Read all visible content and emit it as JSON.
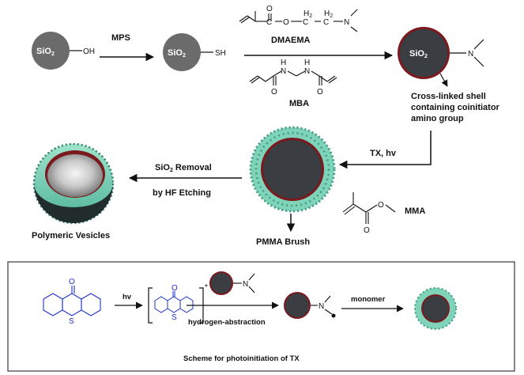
{
  "labels": {
    "sio2": "SiO",
    "sub2": "2",
    "oh": "OH",
    "sh": "SH",
    "mps": "MPS",
    "dmaema": "DMAEMA",
    "mba": "MBA",
    "shell_line1": "Cross-linked shell",
    "shell_line2": "containing coinitiator",
    "shell_line3": "amino group",
    "tx_hv": "TX, hv",
    "removal_line1": "SiO",
    "removal_line1_sub": "2",
    "removal_line1_rest": " Removal",
    "removal_line2": "by HF Etching",
    "mma": "MMA",
    "pmma_brush": "PMMA Brush",
    "polymeric_vesicles": "Polymeric Vesicles",
    "hv": "hv",
    "star": "*",
    "hydrogen_abstraction": "hydrogen-abstraction",
    "monomer": "monomer",
    "scheme_caption": "Scheme for  photoinitiation of TX"
  },
  "atoms": {
    "o": "O",
    "n": "N",
    "h": "H",
    "s": "S",
    "h2": "H",
    "h2_sub": "2",
    "c": "C"
  },
  "colors": {
    "core": "#6b6b6b",
    "core_dark": "#3a3d42",
    "shell_red": "#7a1a1f",
    "brush": "#7fd3b8",
    "tx_blue": "#1f33c9"
  }
}
